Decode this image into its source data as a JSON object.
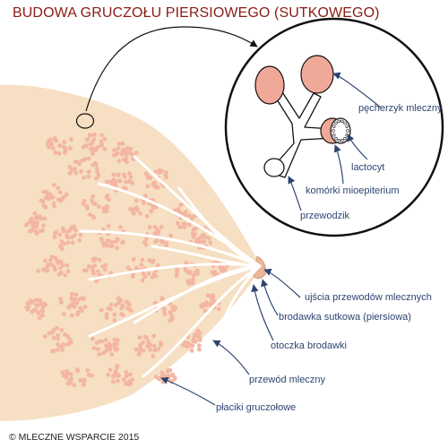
{
  "title": "BUDOWA GRUCZOŁU PIERSIOWEGO (SUTKOWEGO)",
  "copyright": "© MLECZNE WSPARCIE 2015",
  "labels": {
    "pecherzyk": "pęcherzyk mleczny",
    "lactocyt": "lactocyt",
    "komorki": "komórki mioepiterium",
    "przewodzik": "przewodzik",
    "ujscia": "ujścia przewodów mlecznych",
    "brodawka": "brodawka sutkowa (piersiowa)",
    "otoczka": "otoczka brodawki",
    "przewod": "przewód mleczny",
    "placiki": "płaciki gruczołowe"
  },
  "colors": {
    "breast_fill": "#f6dfc2",
    "lobule_fill": "#f3b6a2",
    "alveolus_fill": "#f0a898",
    "title": "#8a1c14",
    "label": "#2e4470",
    "leader": "#2e4470"
  }
}
